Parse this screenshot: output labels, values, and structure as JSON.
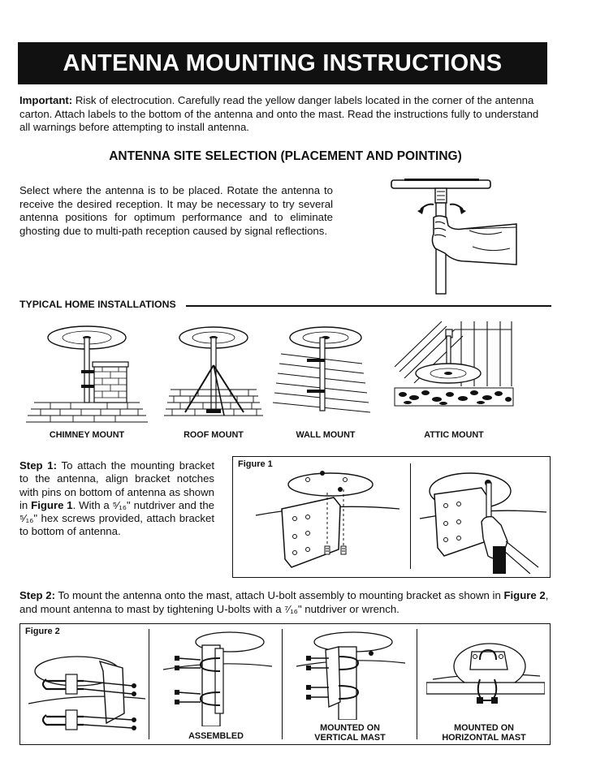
{
  "header": {
    "title": "ANTENNA MOUNTING INSTRUCTIONS"
  },
  "important": {
    "label": "Important:",
    "text": " Risk of electrocution. Carefully read the yellow danger labels located in the corner of the antenna carton. Attach labels to the bottom of the antenna and onto the mast. Read the instructions fully to understand all warnings before attempting to install antenna."
  },
  "site_selection": {
    "heading": "ANTENNA SITE SELECTION (PLACEMENT AND POINTING)",
    "text": "Select where the antenna is to be placed. Rotate the antenna to receive the desired reception. It may be necessary to try several antenna positions for optimum performance and to eliminate ghosting due to multi-path reception caused by signal reflections."
  },
  "typical": {
    "heading": "TYPICAL HOME INSTALLATIONS",
    "items": [
      {
        "label": "CHIMNEY MOUNT"
      },
      {
        "label": "ROOF MOUNT"
      },
      {
        "label": "WALL MOUNT"
      },
      {
        "label": "ATTIC MOUNT"
      }
    ]
  },
  "step1": {
    "label": "Step 1:",
    "text_a": " To attach the mounting bracket to the antenna, align bracket notches with pins on bottom of antenna as shown in ",
    "figure_ref": "Figure 1",
    "text_b": ". With a ⁵⁄₁₆\" nutdriver and the ⁵⁄₁₆\" hex screws provided, attach bracket to bottom of antenna."
  },
  "figure1": {
    "label": "Figure 1"
  },
  "step2": {
    "label": "Step 2:",
    "text_a": " To mount the antenna onto the mast, attach U-bolt assembly to mounting bracket as shown in ",
    "figure_ref": "Figure 2",
    "text_b": ", and mount antenna to mast by tightening U-bolts with a ⁷⁄₁₆\" nutdriver or wrench."
  },
  "figure2": {
    "label": "Figure 2",
    "captions": {
      "assembled": "ASSEMBLED",
      "vertical_line1": "MOUNTED ON",
      "vertical_line2": "VERTICAL MAST",
      "horizontal_line1": "MOUNTED ON",
      "horizontal_line2": "HORIZONTAL MAST"
    }
  }
}
